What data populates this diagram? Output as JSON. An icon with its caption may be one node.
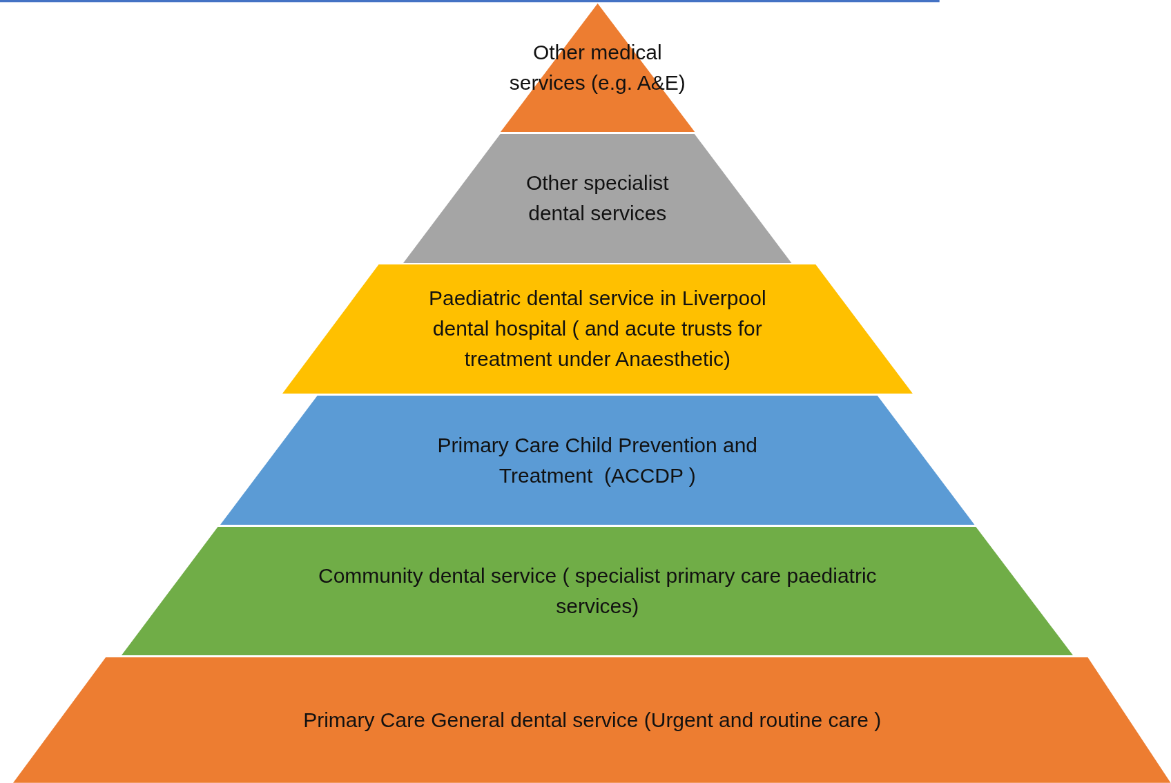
{
  "diagram": {
    "nodes": [
      {
        "text": [
          "Other medical services (e.g. A&E)"
        ]
      },
      {
        "text": [
          "Other specialist dental services"
        ]
      },
      {
        "text": [
          "Paediatric dental service in Liverpool dental hospital ( and acute trusts for treatment under Anaesthetic)"
        ]
      },
      {
        "text": [
          "Primary Care Child Prevention and Treatment  (ACCDP )"
        ]
      },
      {
        "text": [
          "Community dental service ( specialist primary care paediatric services)"
        ]
      },
      {
        "text": [
          "Primary Care General dental service (Urgent and routine care )"
        ]
      }
    ]
  }
}
